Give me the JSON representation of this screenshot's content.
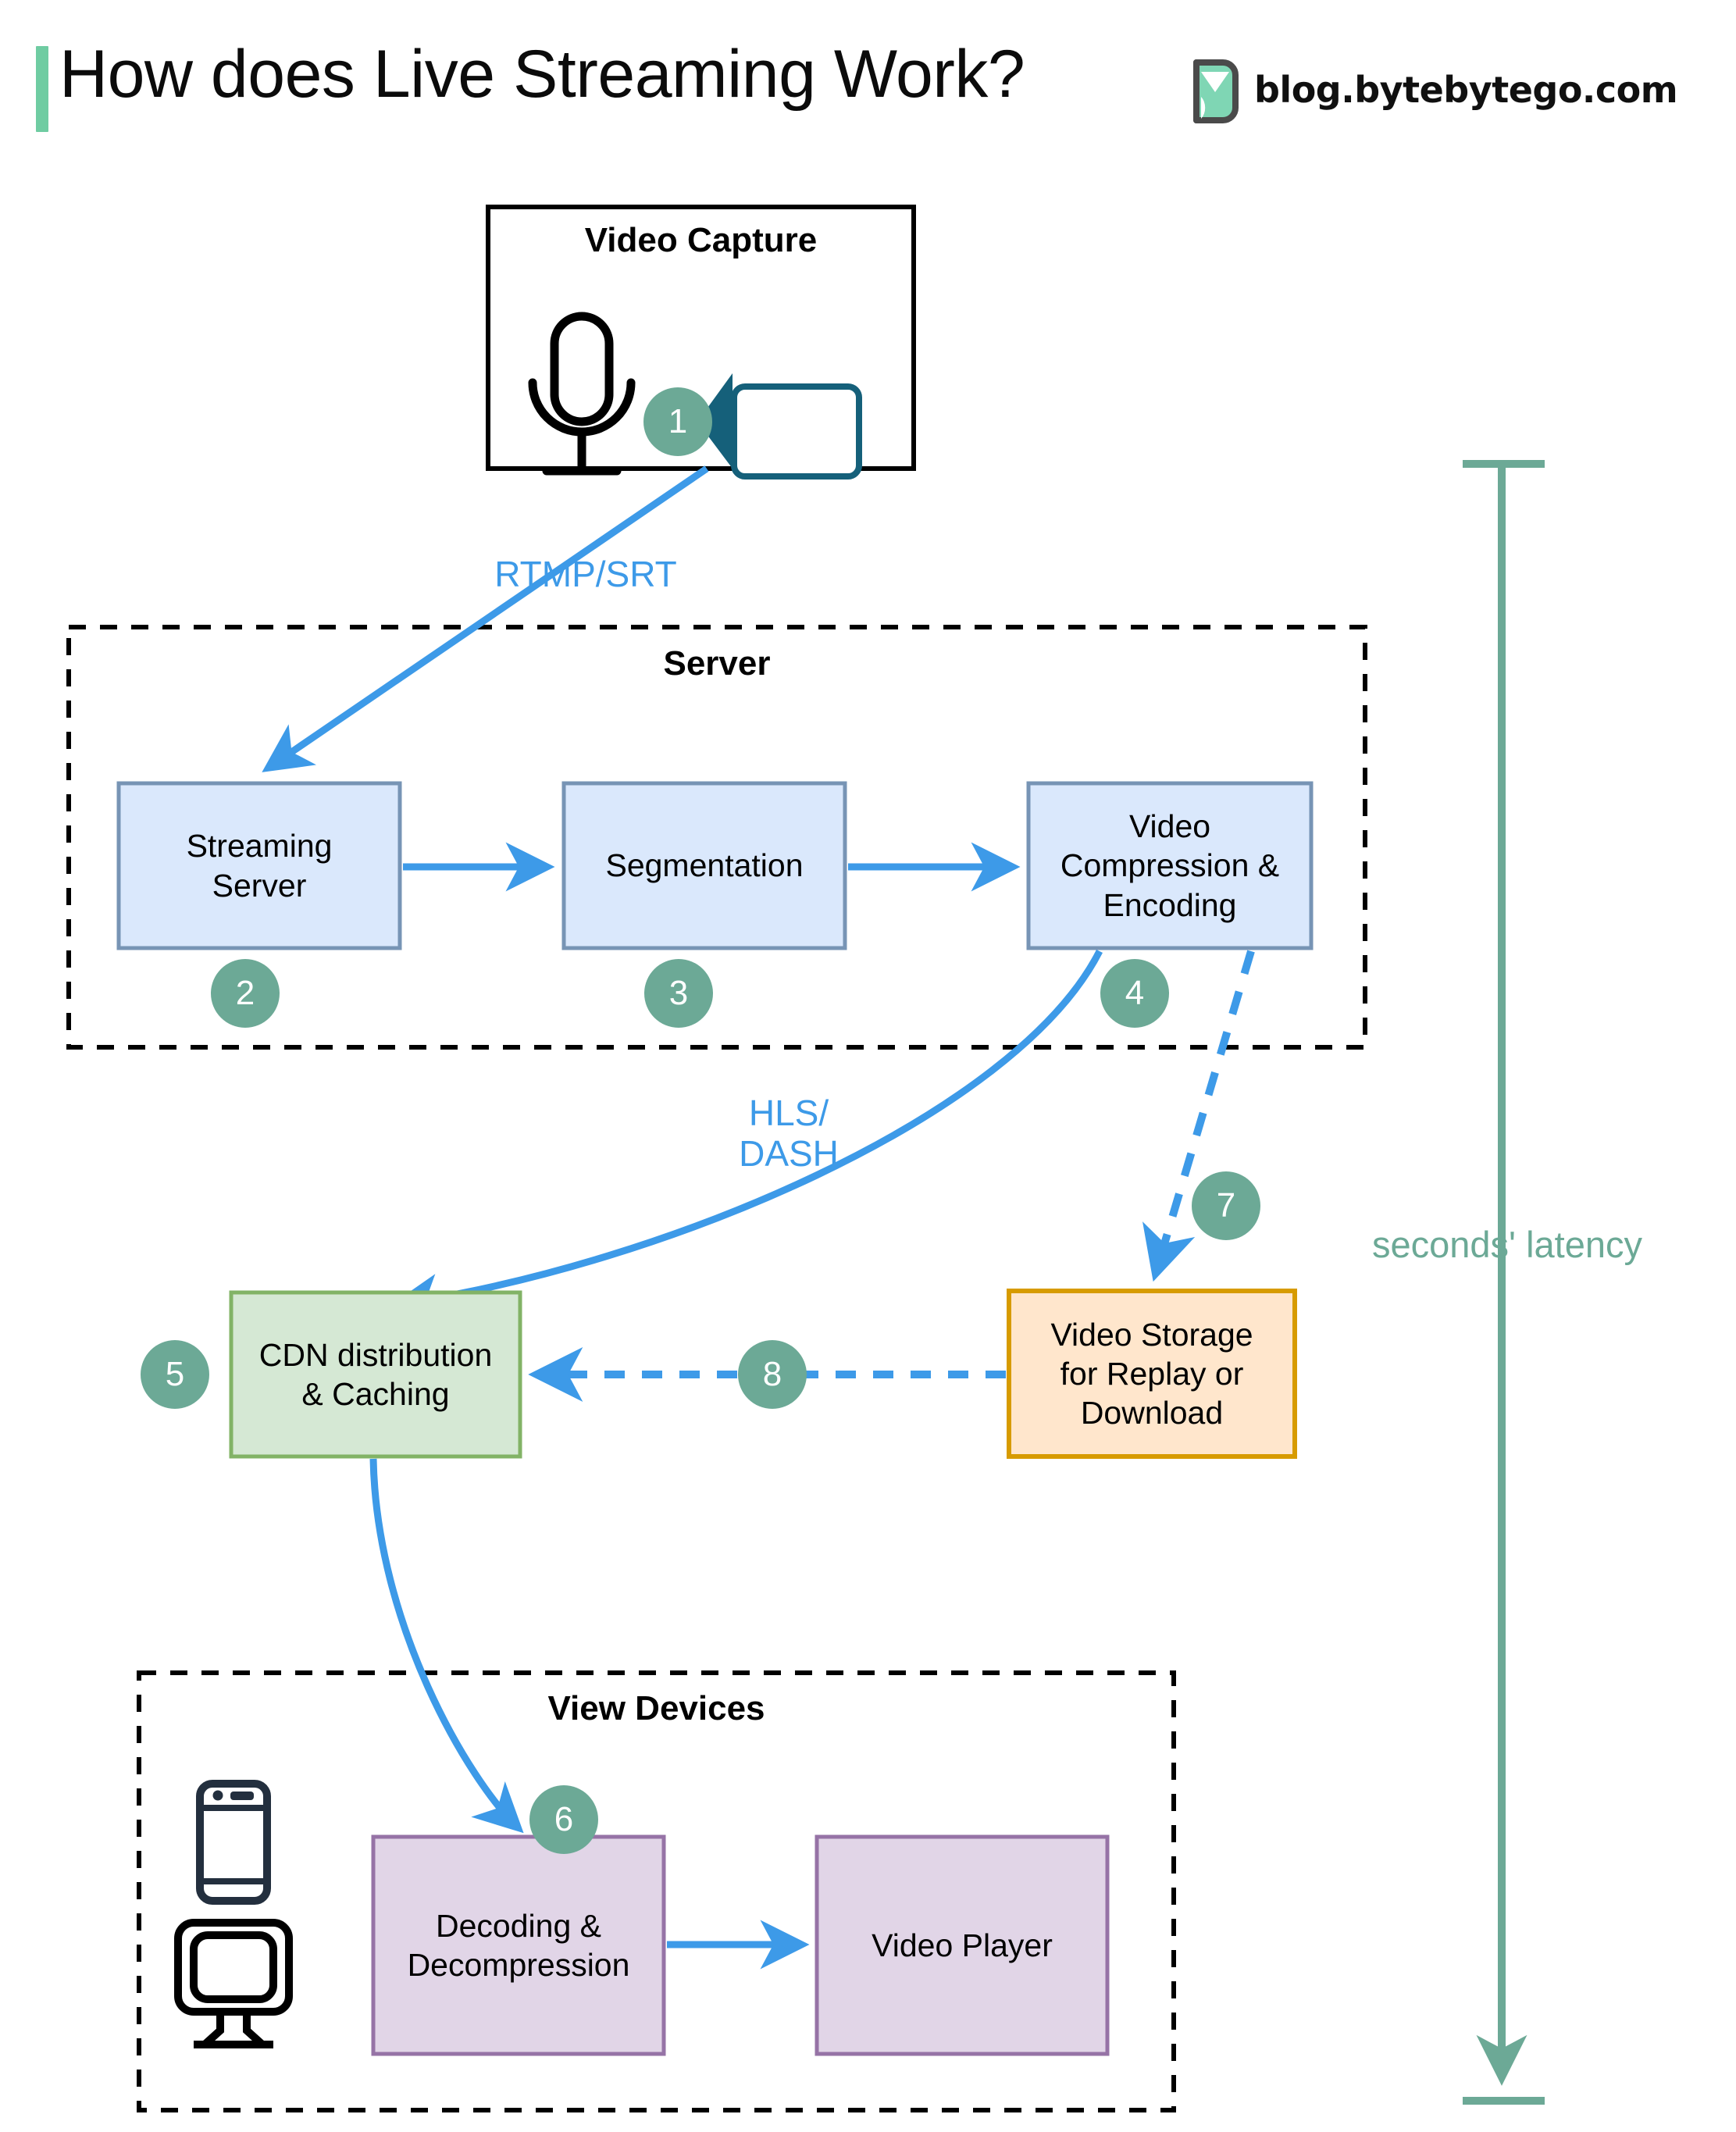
{
  "header": {
    "title": "How does Live Streaming Work?",
    "brand_text": "blog.bytebytego.com",
    "accent_color": "#6FCCA2",
    "logo_icon": "bytebytego-logo-icon"
  },
  "palette": {
    "badge_fill": "#6CA996",
    "arrow_blue": "#3D9AE8",
    "edge_label_blue": "#3D9AE8",
    "process_fill": "#DAE8FC",
    "process_stroke": "#7794B5",
    "cdn_fill": "#D5E8D4",
    "cdn_stroke": "#82B366",
    "storage_fill": "#FFE6CC",
    "storage_stroke": "#D79B00",
    "device_fill": "#E1D5E7",
    "device_stroke": "#9673A6",
    "container_stroke": "#000000",
    "latency_color": "#6CA996",
    "camera_icon_color": "#15607A",
    "phone_icon_color": "#232F3E"
  },
  "groups": {
    "capture": {
      "title": "Video Capture",
      "border": "solid"
    },
    "server": {
      "title": "Server",
      "border": "dashed"
    },
    "view_devices": {
      "title": "View Devices",
      "border": "dashed"
    }
  },
  "nodes": [
    {
      "id": "streaming-server",
      "label": "Streaming\nServer",
      "badge": "2",
      "type": "process"
    },
    {
      "id": "segmentation",
      "label": "Segmentation",
      "badge": "3",
      "type": "process"
    },
    {
      "id": "video-compression-encoding",
      "label": "Video\nCompression &\nEncoding",
      "badge": "4",
      "type": "process"
    },
    {
      "id": "cdn-distribution-caching",
      "label": "CDN distribution\n& Caching",
      "badge": "5",
      "type": "cdn"
    },
    {
      "id": "video-storage",
      "label": "Video Storage\nfor Replay or\nDownload",
      "badge": "7",
      "type": "storage"
    },
    {
      "id": "decoding-decompression",
      "label": "Decoding &\nDecompression",
      "badge": "6",
      "type": "device"
    },
    {
      "id": "video-player",
      "label": "Video Player",
      "badge": "",
      "type": "device"
    }
  ],
  "badges": {
    "capture": "1",
    "streaming_server": "2",
    "segmentation": "3",
    "compression": "4",
    "cdn": "5",
    "decoding": "6",
    "storage": "7",
    "storage_to_cdn": "8"
  },
  "edge_labels": {
    "capture_to_server": "RTMP/SRT",
    "encoding_to_cdn": "HLS/\nDASH"
  },
  "annotation": {
    "latency": "seconds' latency"
  },
  "icons": {
    "microphone": "microphone-icon",
    "video_camera": "video-camera-icon",
    "mobile_phone": "mobile-phone-icon",
    "desktop_monitor": "desktop-monitor-icon"
  }
}
